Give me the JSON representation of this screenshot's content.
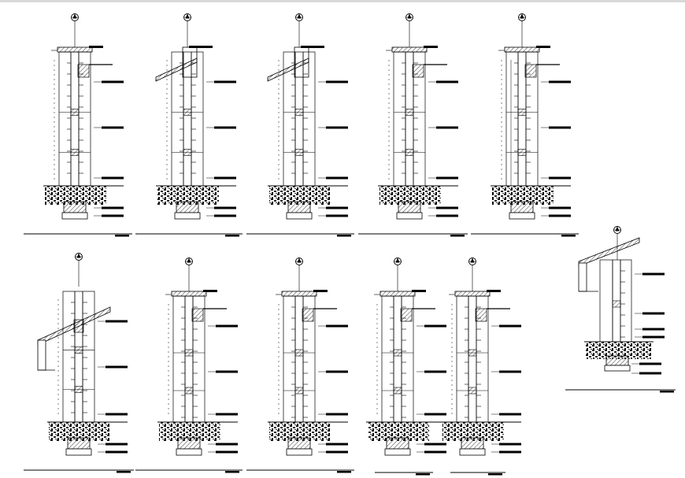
{
  "drawing": {
    "ink_color": "#000000",
    "paper_color": "#ffffff",
    "hatch_color": "#555555",
    "top_bar_color": "#d9d9d9",
    "top_row_sections": 5,
    "bottom_row_sections": 5,
    "standalone_sections": 1,
    "marker_icon": "section-axis-marker-icon"
  }
}
